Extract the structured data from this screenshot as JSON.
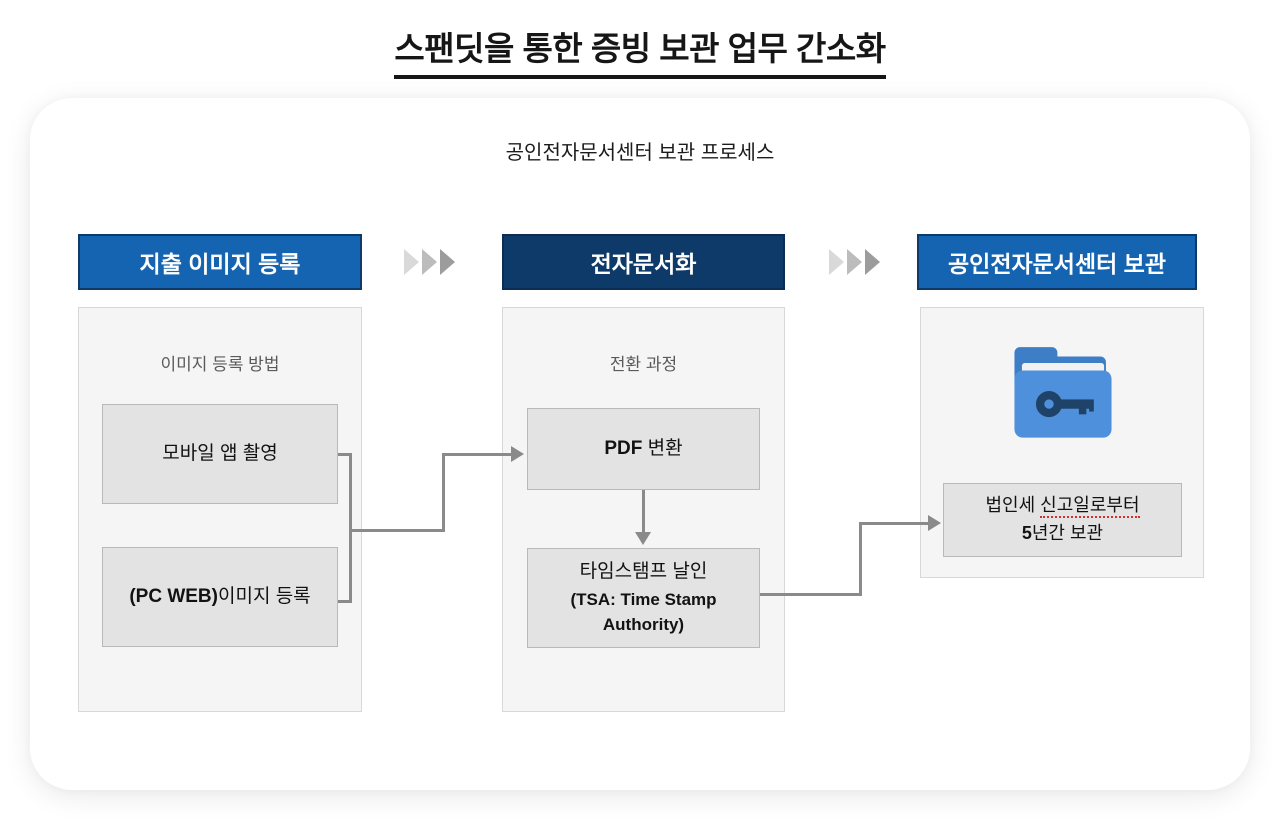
{
  "page": {
    "title": "스팬딧을 통한 증빙 보관 업무 간소화",
    "subtitle": "공인전자문서센터 보관 프로세스"
  },
  "flow": {
    "step1": {
      "header": "지출 이미지 등록",
      "panel_label": "이미지 등록 방법",
      "box_mobile": "모바일 앱 촬영",
      "box_pcweb_bold": "(PC WEB)",
      "box_pcweb_rest": "이미지 등록"
    },
    "step2": {
      "header": "전자문서화",
      "panel_label": "전환 과정",
      "box_pdf_bold": "PDF",
      "box_pdf_rest": " 변환",
      "box_tsa_line1": "타임스탬프 날인",
      "box_tsa_line2": "(TSA: Time Stamp",
      "box_tsa_line3": "Authority)"
    },
    "step3": {
      "header": "공인전자문서센터 보관",
      "box_retention_prefix": "법인세 ",
      "box_retention_underlined": "신고일로부터",
      "box_retention_bold": "5",
      "box_retention_rest": "년간 보관"
    }
  },
  "icons": {
    "between_steps": "triple-chevron-right",
    "storage": "folder-with-key"
  },
  "colors": {
    "header_blue": "#1564b1",
    "header_navy": "#0e3a69",
    "panel_bg": "#f5f5f5",
    "node_bg": "#e3e3e3",
    "connector_gray": "#8a8a8a",
    "spellcheck_red": "#d32f2f",
    "folder_front": "#4e90dc",
    "folder_back": "#3d7ec6",
    "key_navy": "#1f4368"
  }
}
